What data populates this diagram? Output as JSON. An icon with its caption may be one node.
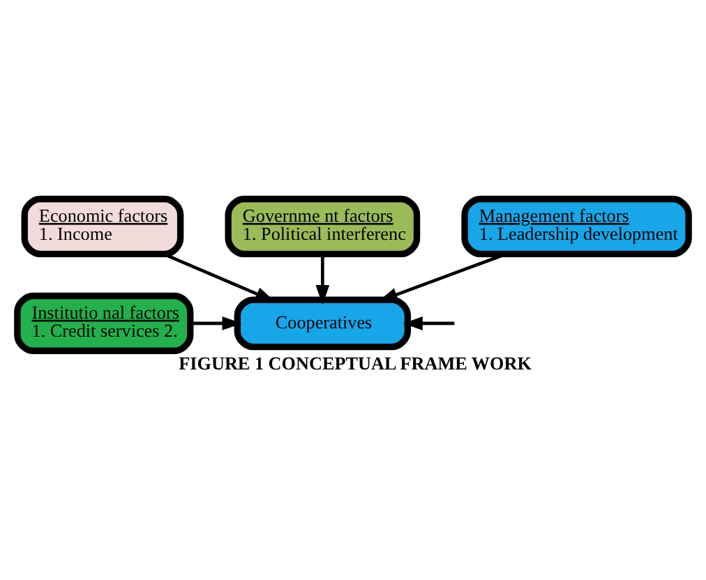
{
  "diagram": {
    "caption": "FIGURE 1 CONCEPTUAL FRAME WORK",
    "nodes": [
      {
        "text": [
          "Economic factors",
          "1. Income"
        ]
      },
      {
        "text": [
          "Governme nt factors",
          "1. Political interferenc"
        ]
      },
      {
        "text": [
          "Institutio nal factors",
          "1. Credit services 2."
        ]
      },
      {
        "text": [
          "Cooperatives"
        ]
      },
      {
        "text": [
          "Management factors",
          "1. Leadership development"
        ]
      }
    ],
    "edges": [
      {
        "from": 0,
        "to": 3,
        "arrow": "to"
      },
      {
        "from": 1,
        "to": 3,
        "arrow": "to"
      },
      {
        "from": 2,
        "to": 3,
        "arrow": "to"
      },
      {
        "from": null,
        "to": 3,
        "arrow": "to"
      },
      {
        "from": 4,
        "to": 3,
        "arrow": "to"
      }
    ]
  }
}
